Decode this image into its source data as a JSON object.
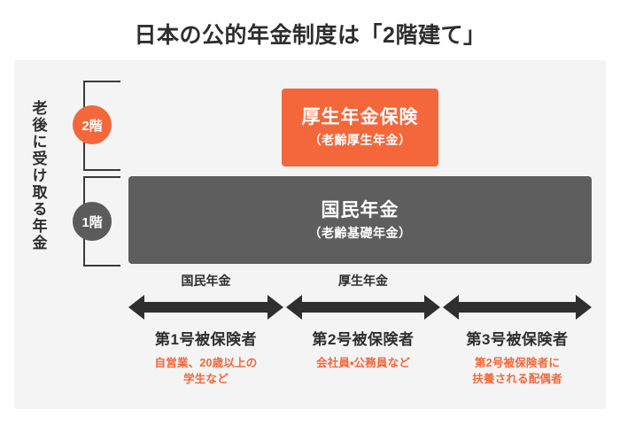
{
  "title": "日本の公的年金制度は「2階建て」",
  "side_label": "老後に受け取る年金",
  "badges": {
    "second_floor": "2階",
    "first_floor": "1階"
  },
  "tiers": {
    "upper": {
      "name": "厚生年金保険",
      "sub": "（老齢厚生年金）",
      "color": "#f4673a"
    },
    "lower": {
      "name": "国民年金",
      "sub": "（老齢基礎年金）",
      "color": "#5e5e5e"
    }
  },
  "arrows": [
    {
      "caption": "国民年金"
    },
    {
      "caption": "厚生年金"
    },
    {
      "caption": ""
    }
  ],
  "columns": [
    {
      "title": "第1号被保険者",
      "sub_line1": "自営業、20歳以上の",
      "sub_line2": "学生など"
    },
    {
      "title": "第2号被保険者",
      "sub_line1": "会社員・公務員など",
      "sub_line2": ""
    },
    {
      "title": "第3号被保険者",
      "sub_line1": "第2号被保険者に",
      "sub_line2": "扶養される配偶者"
    }
  ],
  "colors": {
    "accent": "#f4673a",
    "dark": "#5e5e5e",
    "panel": "#f4f4f4",
    "text": "#2e2e2e"
  }
}
